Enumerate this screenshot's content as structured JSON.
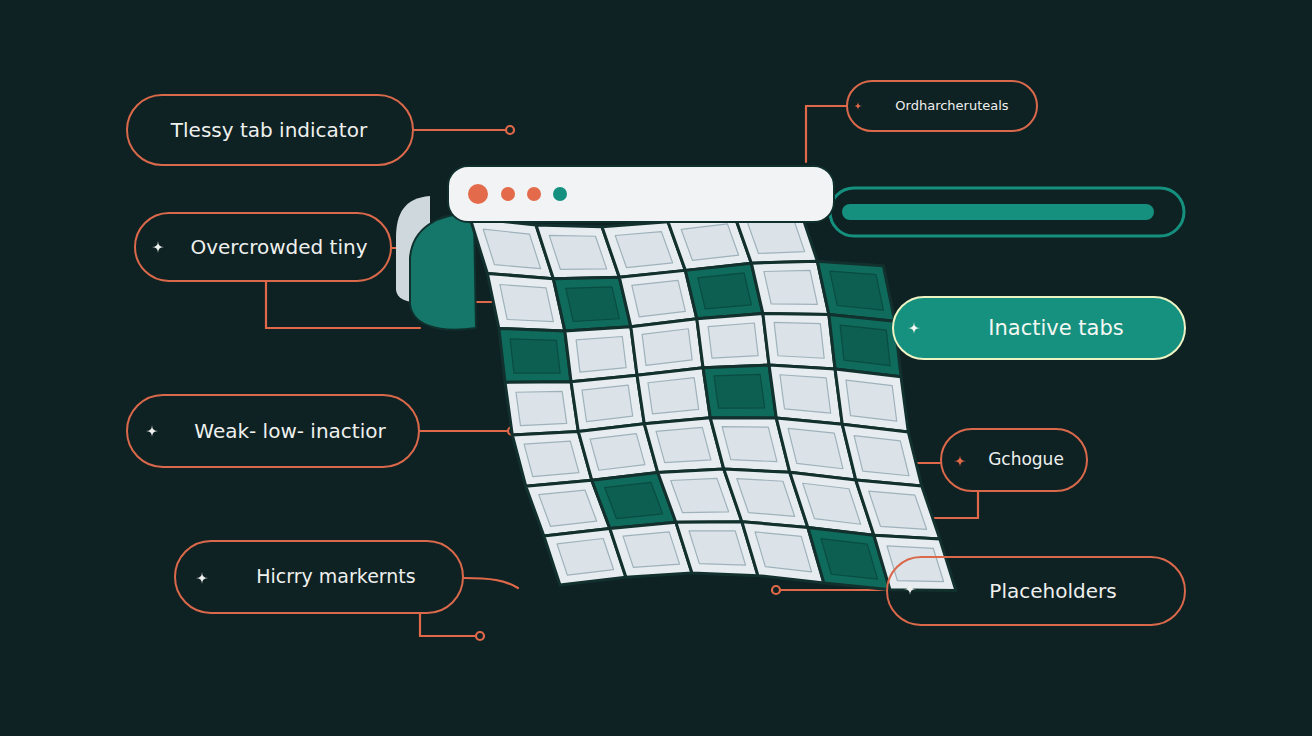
{
  "diagram": {
    "nodes": [
      {
        "text": [
          "Tlessy tab indicator"
        ]
      },
      {
        "text": [
          "Ordharcheruteals"
        ]
      },
      {
        "text": [
          "Overcrowded tiny"
        ]
      },
      {
        "text": [
          "Inactive tabs"
        ]
      },
      {
        "text": [
          "Weak- low- inactior"
        ]
      },
      {
        "text": [
          "Gchogue"
        ]
      },
      {
        "text": [
          "Hicrry markernts"
        ]
      },
      {
        "text": [
          "Placeholders"
        ]
      }
    ]
  }
}
